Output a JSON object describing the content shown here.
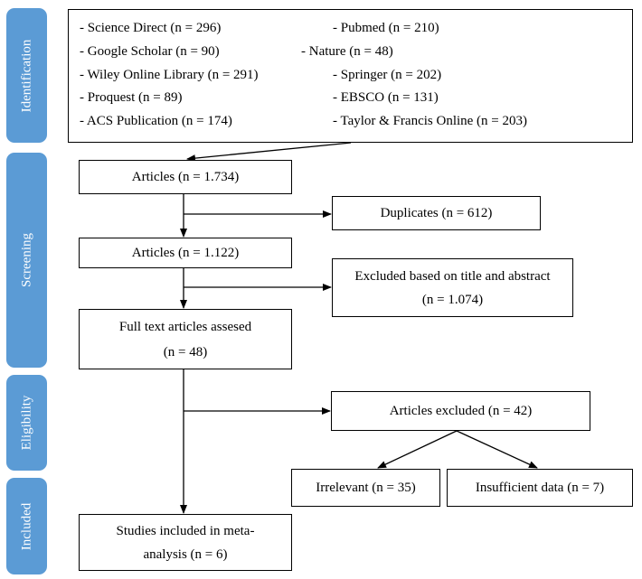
{
  "phases": {
    "identification": "Identification",
    "screening": "Screening",
    "eligibility": "Eligibility",
    "included": "Included"
  },
  "sources": [
    "- Science Direct (n = 296)",
    "- Pubmed (n = 210)",
    "- Google Scholar (n = 90)",
    "- Nature (n = 48)",
    "- Wiley Online Library (n = 291)",
    "- Springer (n = 202)",
    "- Proquest (n = 89)",
    "- EBSCO (n = 131)",
    "- ACS Publication (n = 174)",
    "- Taylor & Francis Online (n = 203)"
  ],
  "boxes": {
    "articles_1": "Articles (n = 1.734)",
    "duplicates": "Duplicates (n = 612)",
    "articles_2": "Articles (n = 1.122)",
    "excluded_title_line1": "Excluded based on title and abstract",
    "excluded_title_line2": "(n = 1.074)",
    "fulltext_line1": "Full text articles assesed",
    "fulltext_line2": "(n = 48)",
    "articles_excluded": "Articles excluded (n = 42)",
    "irrelevant": "Irrelevant (n = 35)",
    "insufficient": "Insufficient data (n = 7)",
    "included_line1": "Studies included in meta-",
    "included_line2": "analysis (n = 6)"
  },
  "colors": {
    "phase_bar": "#5b9bd5",
    "phase_text": "#ffffff",
    "box_border": "#000000"
  }
}
